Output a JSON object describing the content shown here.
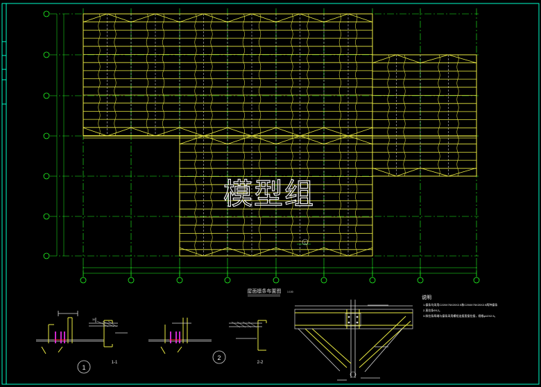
{
  "watermark": {
    "text": "模型组"
  },
  "plan": {
    "title": "屋面檩条布置图",
    "scale": "1:100",
    "axis_callout": "C"
  },
  "notes": {
    "heading": "说明",
    "lines": [
      "1.檩条均采用C220X75X20X2.5和C250X75X20X2.5两种檩条",
      "2.直拉条Φ12。",
      "3.斜拉条两端与檩条采用螺栓连接直接拉接，规格φ12X2.5。"
    ]
  },
  "details": {
    "detail_1_bubble": "1",
    "detail_1_label": "1-1",
    "detail_2_bubble": "2",
    "detail_2_label": "2-2",
    "dim_30": "30"
  },
  "colors": {
    "background": "#000000",
    "frame": "#00ffcc",
    "grid": "#22ff22",
    "purlin": "#eeee44",
    "text": "#ffffff",
    "accent_red": "#ff3333",
    "accent_magenta": "#ff33ff"
  }
}
